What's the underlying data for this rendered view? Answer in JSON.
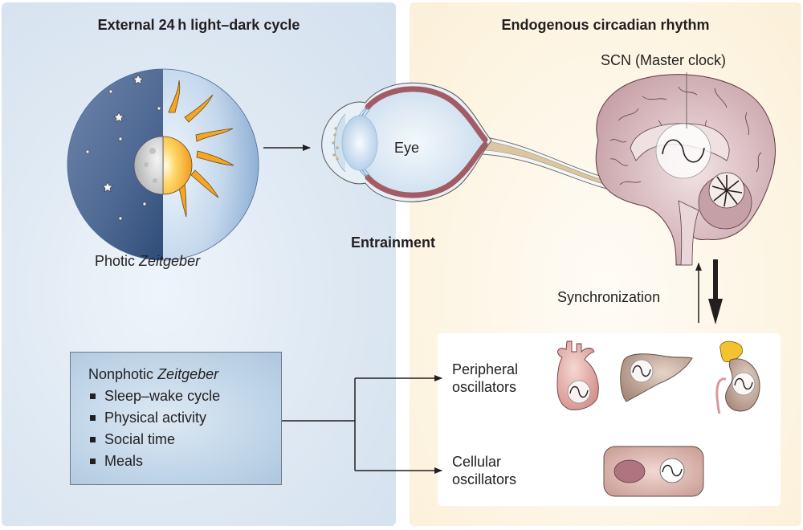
{
  "panels": {
    "left": {
      "title": "External 24 h light–dark cycle"
    },
    "right": {
      "title": "Endogenous circadian rhythm"
    }
  },
  "photic": {
    "label_prefix": "Photic ",
    "label_italic": "Zeitgeber",
    "icon": "moon-sun-icon"
  },
  "eye": {
    "label": "Eye",
    "caption": "Entrainment"
  },
  "brain": {
    "scn_label": "SCN (Master clock)"
  },
  "synchronization": {
    "label": "Synchronization"
  },
  "nonphotic": {
    "title_prefix": "Nonphotic ",
    "title_italic": "Zeitgeber",
    "items": [
      "Sleep–wake cycle",
      "Physical activity",
      "Social time",
      "Meals"
    ]
  },
  "oscillators": {
    "peripheral": {
      "line1": "Peripheral",
      "line2": "oscillators",
      "organs": [
        "heart",
        "liver",
        "kidney"
      ]
    },
    "cellular": {
      "line1": "Cellular",
      "line2": "oscillators"
    }
  },
  "colors": {
    "left_panel": "#d9e5f1",
    "right_panel": "#fcf2de",
    "night": "#3f5f8c",
    "day": "#bcd3ea",
    "sun": "#f5a623",
    "brain": "#c9a0a8",
    "tissue": "#a0646e"
  }
}
